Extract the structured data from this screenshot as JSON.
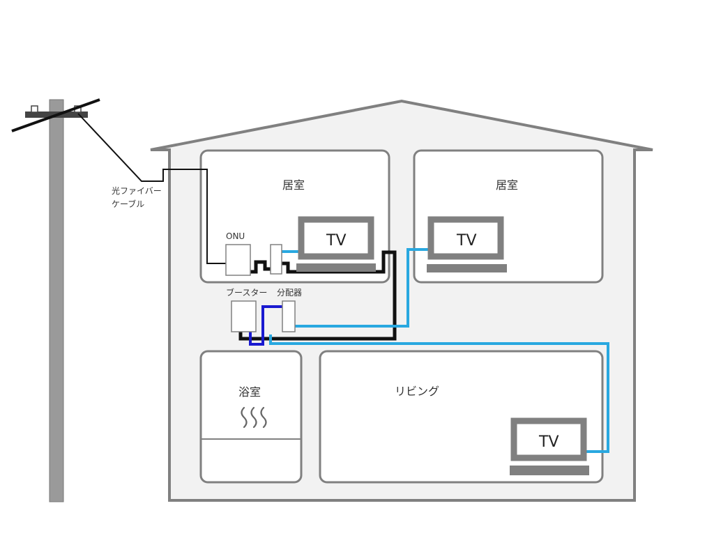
{
  "pole": {
    "cable_label_line1": "光ファイバー",
    "cable_label_line2": "ケーブル"
  },
  "rooms": {
    "upper_left": "居室",
    "upper_right": "居室",
    "bath": "浴室",
    "living": "リビング"
  },
  "devices": {
    "onu": "ONU",
    "booster": "ブースター",
    "splitter": "分配器"
  },
  "tvs": {
    "upper_left": "TV",
    "upper_right": "TV",
    "living": "TV"
  },
  "colors": {
    "wall": "#808080",
    "room_fill": "#ffffff",
    "house_fill": "#f2f2f2",
    "pole": "#9a9a9a",
    "tv_frame": "#808080",
    "cable_black": "#111111",
    "cable_light_blue": "#29a8e0",
    "cable_dark_blue": "#1a1ad0"
  }
}
